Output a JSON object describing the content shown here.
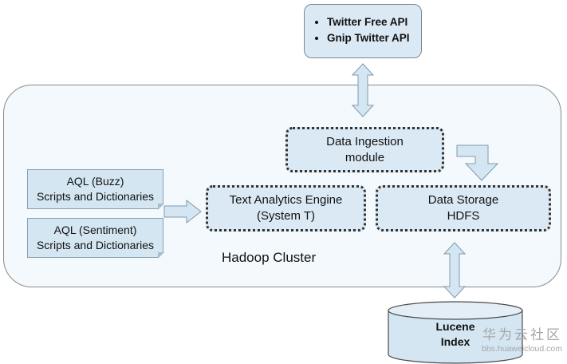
{
  "api": {
    "items": [
      "Twitter Free API",
      "Gnip Twitter API"
    ]
  },
  "ingestion": {
    "line1": "Data Ingestion",
    "line2": "module"
  },
  "engine": {
    "line1": "Text Analytics Engine",
    "line2": "(System T)"
  },
  "storage": {
    "line1": "Data Storage",
    "line2": "HDFS"
  },
  "aql_buzz": {
    "line1": "AQL (Buzz)",
    "line2": "Scripts and Dictionaries"
  },
  "aql_sentiment": {
    "line1": "AQL (Sentiment)",
    "line2": "Scripts and Dictionaries"
  },
  "cluster": {
    "label": "Hadoop Cluster"
  },
  "lucene": {
    "line1": "Lucene",
    "line2": "Index"
  },
  "watermark": {
    "title": "华为云社区",
    "url": "bbs.huaweicloud.com"
  },
  "colors": {
    "box_fill": "#dbe9f4",
    "arrow_fill": "#d4e6f2",
    "arrow_stroke": "#7f9aae",
    "cluster_fill": "#f3f9fc"
  }
}
